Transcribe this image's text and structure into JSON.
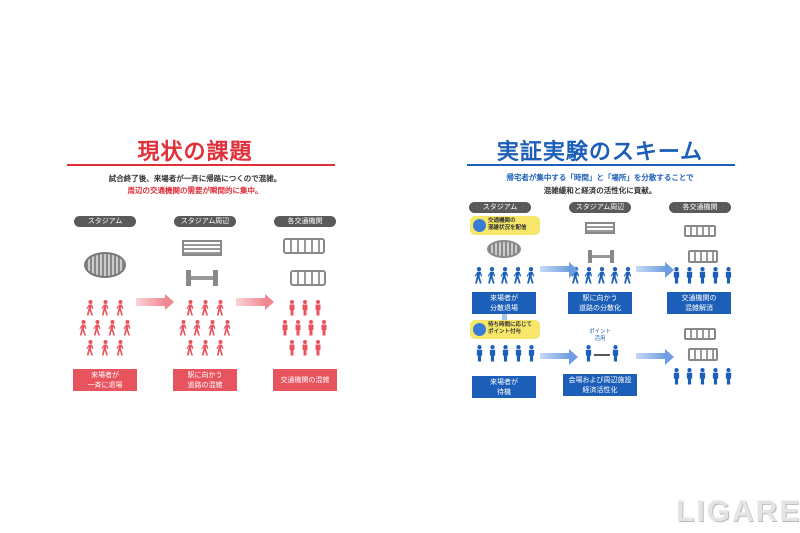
{
  "left": {
    "title": "現状の課題",
    "line1": "試合終了後、来場者が一斉に帰路につくので混雑。",
    "line2": "周辺の交通機関の需要が瞬間的に集中。",
    "pills": [
      "スタジアム",
      "スタジアム周辺",
      "各交通機関"
    ],
    "boxes": [
      [
        "来場者が",
        "一斉に退場"
      ],
      [
        "駅に向かう",
        "道路の混雑"
      ],
      [
        "交通機関の混雑"
      ]
    ]
  },
  "right": {
    "title": "実証実験のスキーム",
    "line1": "帰宅者が集中する「時間」と「場所」を分散することで",
    "line2": "混雑緩和と経済の活性化に貢献。",
    "pills": [
      "スタジアム",
      "スタジアム周辺",
      "各交通機関"
    ],
    "badge1": [
      "交通機関の",
      "混雑状況を配信"
    ],
    "badge2": [
      "待ち時間に応じて",
      "ポイント付与"
    ],
    "point_label": [
      "ポイント",
      "活用"
    ],
    "row1_boxes": [
      [
        "来場者が",
        "分散退場"
      ],
      [
        "駅に向かう",
        "道路の分散化"
      ],
      [
        "交通機関の",
        "混雑解消"
      ]
    ],
    "row2_boxes": [
      [
        "来場者が",
        "待機"
      ],
      [
        "会場および周辺施設",
        "経済活性化"
      ]
    ]
  },
  "watermark": "LIGARE",
  "colors": {
    "red": "#e0303a",
    "blue": "#1c5fb8",
    "gray": "#5a5a5a"
  }
}
